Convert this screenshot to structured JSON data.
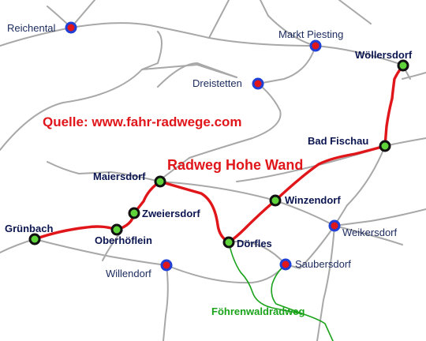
{
  "source_note": "Quelle: www.fahr-radwege.com",
  "route_name": "Radweg Hohe Wand",
  "secondary_route_name": "Föhrenwaldradweg",
  "colors": {
    "route": "#e0161a",
    "secondary_route": "#1aa31a",
    "road": "#a8a8a8",
    "stop_fill": "#5fd43a",
    "town_fill": "#e0161a",
    "town_ring": "#1f3fd6"
  },
  "route_stops": [
    {
      "id": "wollersdorf",
      "name": "Wöllersdorf"
    },
    {
      "id": "bad-fischau",
      "name": "Bad Fischau"
    },
    {
      "id": "winzendorf",
      "name": "Winzendorf"
    },
    {
      "id": "dorfles",
      "name": "Dörfles"
    },
    {
      "id": "maiersdorf",
      "name": "Maiersdorf"
    },
    {
      "id": "zweiersdorf",
      "name": "Zweiersdorf"
    },
    {
      "id": "oberhoflein",
      "name": "Oberhöflein"
    },
    {
      "id": "grunbach",
      "name": "Grünbach"
    }
  ],
  "towns": [
    {
      "id": "reichental",
      "name": "Reichental"
    },
    {
      "id": "markt-piesting",
      "name": "Markt Piesting"
    },
    {
      "id": "dreistetten",
      "name": "Dreistetten"
    },
    {
      "id": "weikersdorf",
      "name": "Weikersdorf"
    },
    {
      "id": "saubersdorf",
      "name": "Saubersdorf"
    },
    {
      "id": "willendorf",
      "name": "Willendorf"
    }
  ]
}
